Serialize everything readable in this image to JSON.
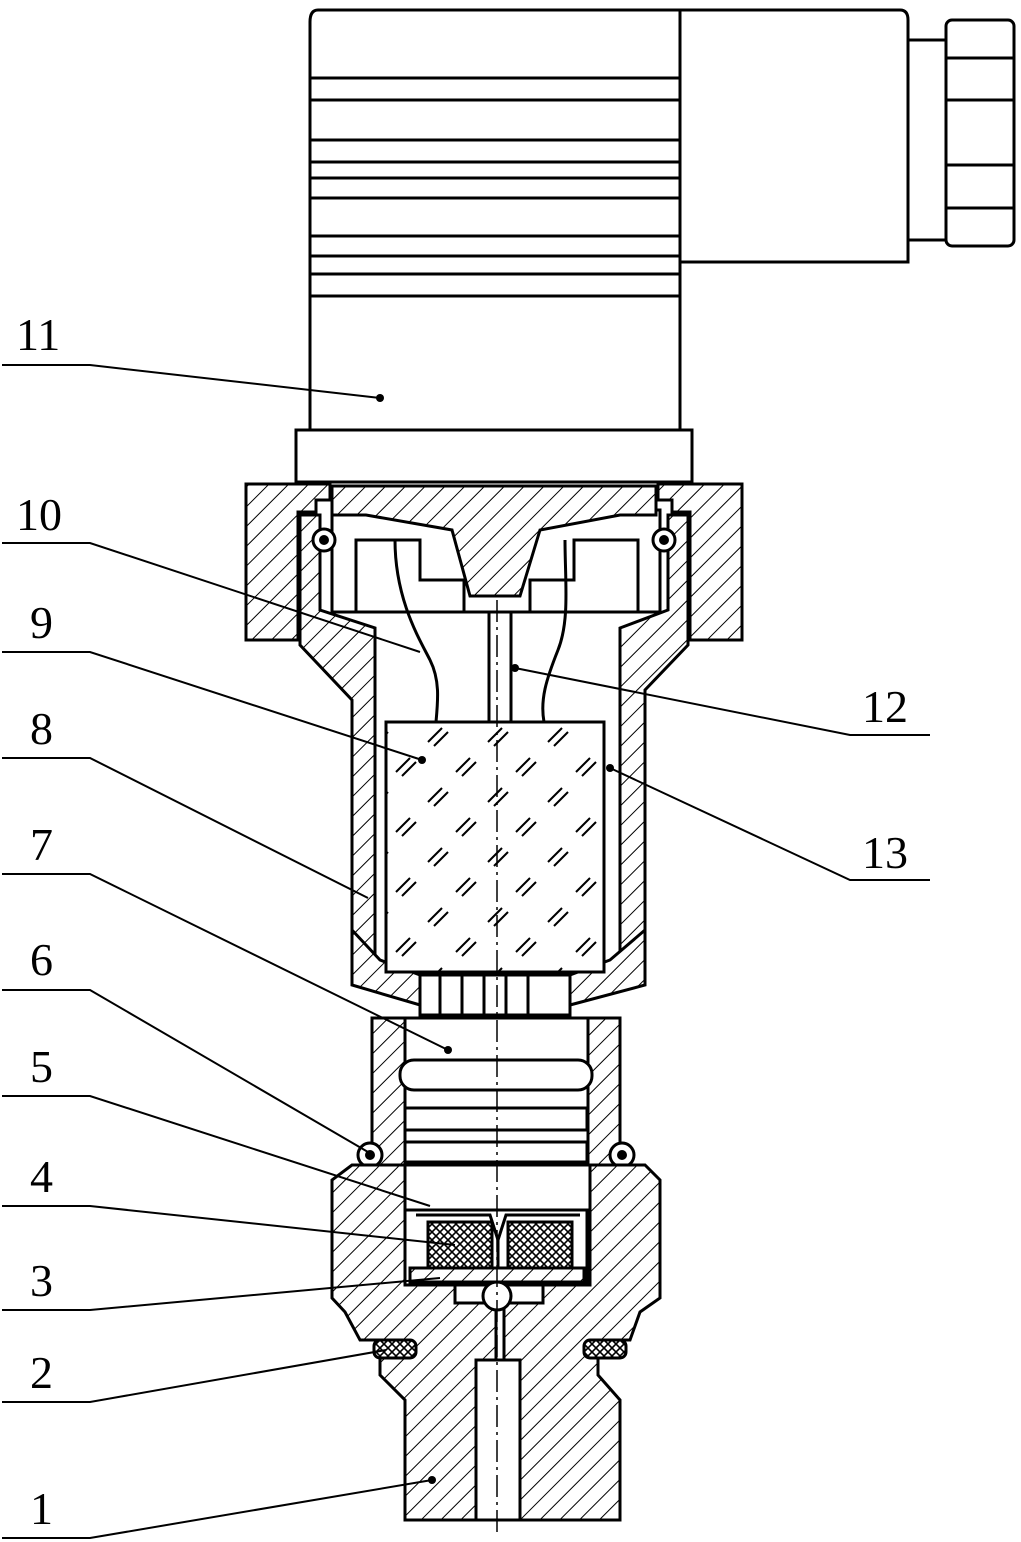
{
  "figure": {
    "callouts": [
      {
        "id": "11",
        "label": "11"
      },
      {
        "id": "10",
        "label": "10"
      },
      {
        "id": "9",
        "label": "9"
      },
      {
        "id": "8",
        "label": "8"
      },
      {
        "id": "7",
        "label": "7"
      },
      {
        "id": "6",
        "label": "6"
      },
      {
        "id": "5",
        "label": "5"
      },
      {
        "id": "4",
        "label": "4"
      },
      {
        "id": "3",
        "label": "3"
      },
      {
        "id": "2",
        "label": "2"
      },
      {
        "id": "1",
        "label": "1"
      },
      {
        "id": "12",
        "label": "12"
      },
      {
        "id": "13",
        "label": "13"
      }
    ]
  }
}
